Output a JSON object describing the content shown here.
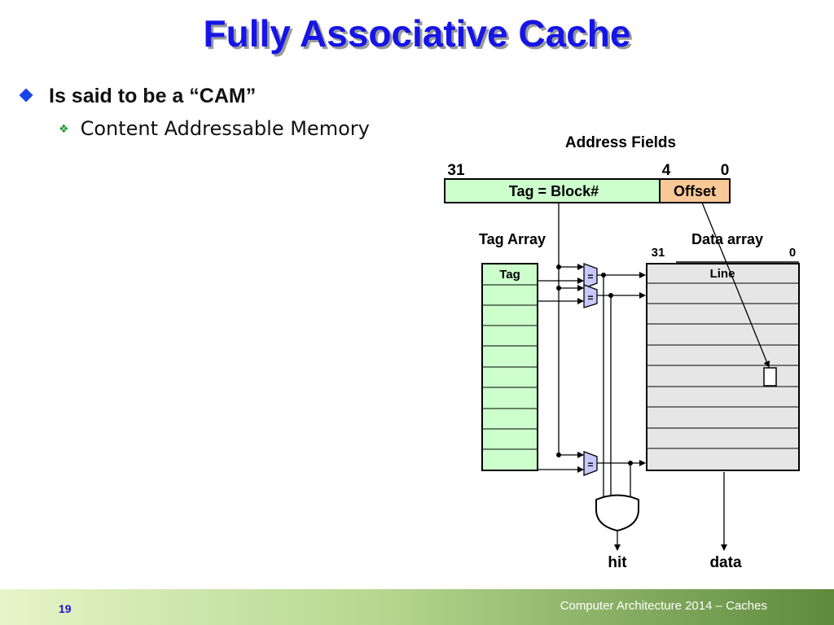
{
  "slide": {
    "title": "Fully Associative Cache",
    "bullets": [
      {
        "text": "Is said to be a “CAM”",
        "icon": "blue-diamond-bullet-icon"
      },
      {
        "text": "Content Addressable Memory",
        "icon": "green-quad-diamond-bullet-icon"
      }
    ]
  },
  "diagram": {
    "address_fields_label": "Address Fields",
    "bit_31": "31",
    "bit_4": "4",
    "bit_0": "0",
    "tag_field": "Tag = Block#",
    "offset_field": "Offset",
    "tag_array_label": "Tag Array",
    "data_array_label": "Data array",
    "data_bit_31": "31",
    "data_bit_0": "0",
    "tag_header": "Tag",
    "line_header": "Line",
    "comparator_symbol": "=",
    "hit_label": "hit",
    "data_label": "data",
    "colors": {
      "tag_fill": "#ccffcc",
      "offset_fill": "#f9c898",
      "data_fill": "#e6e6e6",
      "comparator_fill": "#c8c8ff"
    }
  },
  "footer": {
    "page_number": "19",
    "course": "Computer Architecture 2014 – Caches"
  }
}
